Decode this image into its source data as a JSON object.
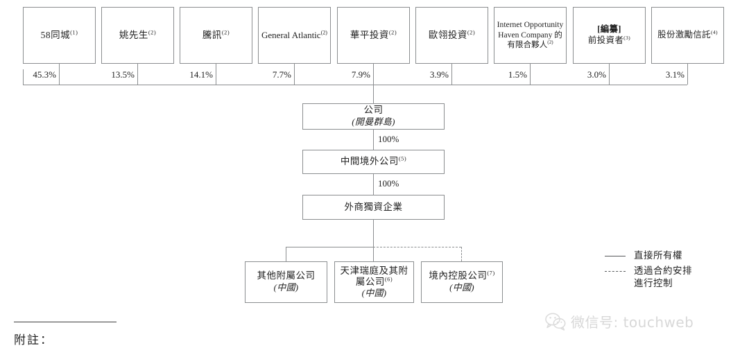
{
  "diagram": {
    "title_footnote_label": "附註：",
    "shareholders": [
      {
        "name": "58同城",
        "note": "(1)",
        "percent": "45.3%",
        "type": "cn"
      },
      {
        "name": "姚先生",
        "note": "(2)",
        "percent": "13.5%",
        "type": "cn"
      },
      {
        "name": "騰訊",
        "note": "(2)",
        "percent": "14.1%",
        "type": "cn"
      },
      {
        "name": "General Atlantic",
        "note": "(2)",
        "percent": "7.7%",
        "type": "en"
      },
      {
        "name": "華平投資",
        "note": "(2)",
        "percent": "7.9%",
        "type": "cn"
      },
      {
        "name": "歐翎投資",
        "note": "(2)",
        "percent": "3.9%",
        "type": "cn"
      },
      {
        "name": "Internet Opportunity Haven Company 的有限合夥人",
        "note": "(2)",
        "percent": "1.5%",
        "type": "mixed"
      },
      {
        "name": "前投資者",
        "note": "(3)",
        "percent": "3.0%",
        "type": "cn",
        "tag": "[編纂]"
      },
      {
        "name": "股份激勵信託",
        "note": "(4)",
        "percent": "3.1%",
        "type": "cn"
      }
    ],
    "entities": {
      "company": {
        "name": "公司",
        "jurisdiction": "(開曼群島)"
      },
      "intermediate": {
        "name": "中間境外公司",
        "note": "(5)"
      },
      "wfoe": {
        "name": "外商獨資企業"
      }
    },
    "ownership_links": {
      "company_to_intermediate": "100%",
      "intermediate_to_wfoe": "100%"
    },
    "subsidiaries": [
      {
        "name": "其他附屬公司",
        "note": "",
        "jurisdiction": "(中國)",
        "link": "solid"
      },
      {
        "name": "天津瑞庭及其附屬公司",
        "note": "(6)",
        "jurisdiction": "(中國)",
        "link": "solid"
      },
      {
        "name": "境內控股公司",
        "note": "(7)",
        "jurisdiction": "(中國)",
        "link": "dashed"
      }
    ],
    "legend": [
      {
        "style": "solid",
        "label": "直接所有權"
      },
      {
        "style": "dashed",
        "label": "透過合約安排\n進行控制"
      }
    ]
  },
  "watermark": {
    "text": "微信号: touchweb",
    "icon": "wechat-icon"
  },
  "colors": {
    "box_border": "#8a8d8f",
    "line": "#8a8d8f",
    "text": "#1f1f1f",
    "watermark": "#d8d8d8"
  }
}
